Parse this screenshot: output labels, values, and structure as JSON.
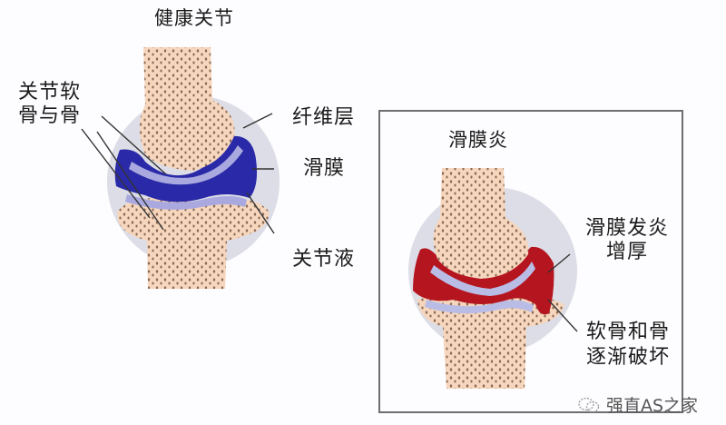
{
  "healthy": {
    "title": "健康关节",
    "labels": {
      "cartilage_bone_line1": "关节软",
      "cartilage_bone_line2": "骨与骨",
      "fibrous_layer": "纤维层",
      "synovium": "滑膜",
      "synovial_fluid": "关节液"
    }
  },
  "synovitis": {
    "title": "滑膜炎",
    "labels": {
      "inflamed_line1": "滑膜发炎",
      "inflamed_line2": "增厚",
      "destroyed_line1": "软骨和骨",
      "destroyed_line2": "逐渐破坏"
    }
  },
  "watermark": {
    "icon": "wechat-icon",
    "text": "强直AS之家"
  },
  "colors": {
    "bone": "#f6d6bd",
    "bone_dots": "#8a6a55",
    "capsule": "#dcdde6",
    "synovium_healthy": "#2a2aa8",
    "cartilage": "#a9a9e0",
    "synovium_inflamed": "#b5151f",
    "frame": "#6e6e72"
  }
}
